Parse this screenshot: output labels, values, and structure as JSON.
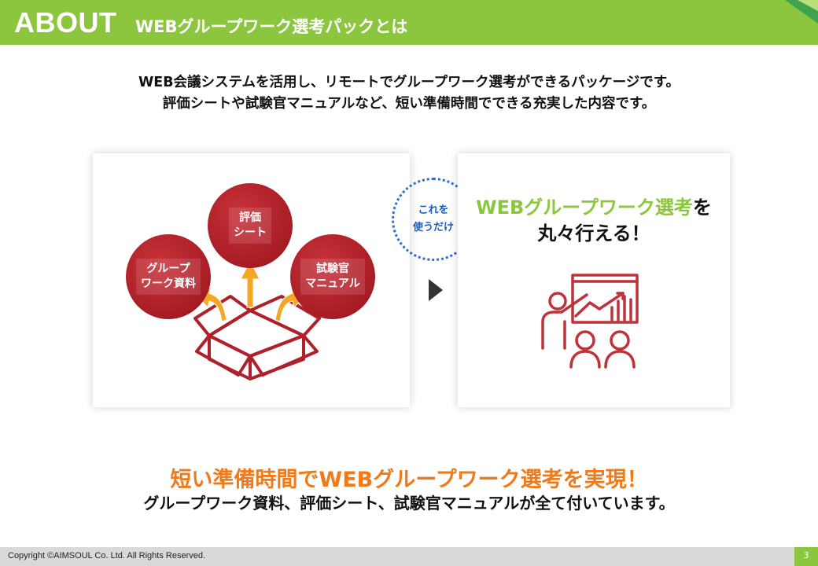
{
  "header": {
    "title": "ABOUT",
    "subtitle": "WEBグループワーク選考パックとは"
  },
  "lead": {
    "line1": "WEB会議システムを活用し、リモートでグループワーク選考ができるパッケージです。",
    "line2": "評価シートや試験官マニュアルなど、短い準備時間でできる充実した内容です。"
  },
  "package": {
    "items": [
      {
        "label_line1": "評価",
        "label_line2": "シート"
      },
      {
        "label_line1": "グループ",
        "label_line2": "ワーク資料"
      },
      {
        "label_line1": "試験官",
        "label_line2": "マニュアル"
      }
    ]
  },
  "connector": {
    "line1": "これを",
    "line2": "使うだけ"
  },
  "result": {
    "highlight": "WEBグループワーク選考",
    "line1_rest": "を",
    "line2": "丸々行える！"
  },
  "headline": "短い準備時間でWEBグループワーク選考を実現！",
  "subline": "グループワーク資料、評価シート、試験官マニュアルが全て付いています。",
  "footer": {
    "copyright": "Copyright ©AIMSOUL  Co. Ltd. All Rights Reserved.",
    "page": "3"
  },
  "colors": {
    "accent_green": "#8cc63f",
    "brand_red": "#b0202a",
    "headline_orange": "#f07a1a",
    "dotted_blue": "#2a6fd6",
    "arrow_orange": "#f5a623"
  },
  "icons": [
    "box-icon",
    "arrow-up-icon",
    "presentation-icon",
    "play-arrow-icon"
  ]
}
